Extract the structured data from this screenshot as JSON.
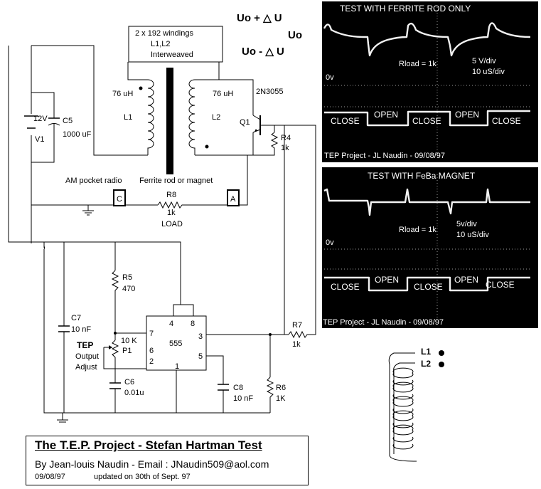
{
  "levels": {
    "upper": "Uo + △ U",
    "mid": "Uo",
    "lower": "Uo - △ U"
  },
  "coil_note": {
    "line1": "2 x 192 windings",
    "line2": "L1,L2",
    "line3": "Interweaved"
  },
  "inductors": {
    "l1_value": "76 uH",
    "l1_name": "L1",
    "l2_value": "76 uH",
    "l2_name": "L2",
    "rod": "Ferrite rod or magnet"
  },
  "supply": {
    "v_label": "12V",
    "v_name": "V1",
    "c5_name": "C5",
    "c5_value": "1000 uF"
  },
  "transistor": {
    "name": "Q1",
    "part": "2N3055",
    "r4_name": "R4",
    "r4_value": "1k"
  },
  "radio": {
    "label": "AM pocket radio",
    "c_box": "C",
    "a_box": "A",
    "r8_name": "R8",
    "r8_value": "1k",
    "r8_role": "LOAD"
  },
  "timer": {
    "chip": "555",
    "pin4": "4",
    "pin8": "8",
    "pin7": "7",
    "pin6": "6",
    "pin2": "2",
    "pin3": "3",
    "pin5": "5",
    "pin1": "1",
    "r5_name": "R5",
    "r5_value": "470",
    "c7_name": "C7",
    "c7_value": "10 nF",
    "p1_value": "10 K",
    "p1_name": "P1",
    "tep": "TEP",
    "output": "Output",
    "adjust": "Adjust",
    "c6_name": "C6",
    "c6_value": "0.01u",
    "c8_name": "C8",
    "c8_value": "10 nF",
    "r7_name": "R7",
    "r7_value": "1k",
    "r6_name": "R6",
    "r6_value": "1K"
  },
  "scope1": {
    "title": "TEST WITH FERRITE ROD ONLY",
    "rload": "Rload = 1k",
    "vdiv": "5 V/div",
    "tdiv": "10 uS/div",
    "zero": "0v",
    "states": [
      "CLOSE",
      "OPEN",
      "CLOSE",
      "OPEN",
      "CLOSE"
    ],
    "footer": "TEP Project - JL Naudin - 09/08/97"
  },
  "scope2": {
    "title": "TEST WITH FeBa MAGNET",
    "rload": "Rload = 1k",
    "vdiv": "5v/div",
    "tdiv": "10 uS/div",
    "zero": "0v",
    "states": [
      "CLOSE",
      "OPEN",
      "CLOSE",
      "OPEN",
      "CLOSE"
    ],
    "footer": "TEP Project - JL Naudin - 09/08/97"
  },
  "coil_diagram": {
    "l1": "L1",
    "l2": "L2"
  },
  "title_block": {
    "main": "The T.E.P.  Project - Stefan Hartman Test",
    "author": "By Jean-louis Naudin - Email :  JNaudin509@aol.com",
    "date": "09/08/97",
    "updated": "updated on 30th of Sept. 97"
  }
}
